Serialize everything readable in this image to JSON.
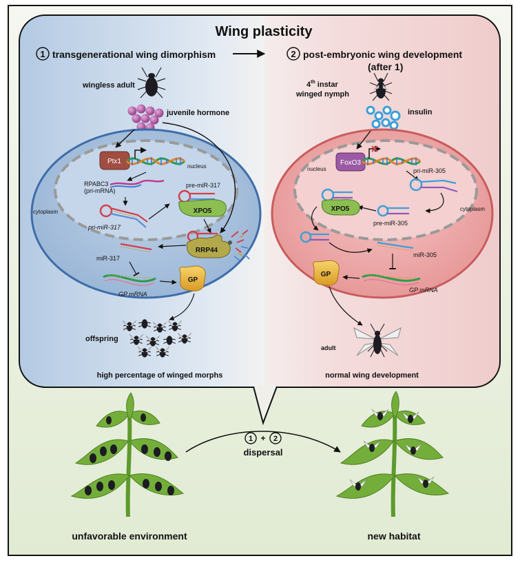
{
  "title": "Wing plasticity",
  "left": {
    "heading_num": "1",
    "heading": "transgenerational wing dimorphism",
    "wingless_adult": "wingless adult",
    "juvenile_hormone": "juvenile hormone",
    "ptx1": "Ptx1",
    "nucleus": "nucleus",
    "rpabc3_line1": "RPABC3",
    "rpabc3_line2": "(pri-mRNA)",
    "pre_mir": "pre-miR-317",
    "pri_mir": "pri-miR-317",
    "xpo5": "XPO5",
    "cytoplasm": "cytoplasm",
    "rrp44": "RRP44",
    "mir": "miR-317",
    "gp": "GP",
    "gp_mrna": "GP mRNA",
    "offspring": "offspring",
    "footer": "high percentage of winged morphs"
  },
  "right": {
    "heading_num": "2",
    "heading": "post-embryonic wing development",
    "heading_after_pre": "(after ",
    "heading_after_num": "1",
    "heading_after_post": ")",
    "instar_num": "4",
    "instar_sup": "th",
    "instar_word": " instar",
    "instar_line2": "winged nymph",
    "insulin": "insulin",
    "foxo3": "FoxO3",
    "nucleus": "nucleus",
    "pri_mir": "pri-miR-305",
    "xpo5": "XPO5",
    "cytoplasm": "cytoplasm",
    "pre_mir": "pre-miR-305",
    "mir": "miR-305",
    "gp": "GP",
    "gp_mrna": "GP mRNA",
    "adult": "adult",
    "footer": "normal wing development"
  },
  "bottom": {
    "label_num1": "1",
    "label_plus": "+",
    "label_num2": "2",
    "dispersal": "dispersal",
    "left_env": "unfavorable environment",
    "right_env": "new habitat"
  },
  "colors": {
    "left_panel": "#b9cde4",
    "right_panel": "#f3d6d6",
    "bottom_bg": "#e8efdc",
    "cell_left": "#a9c2de",
    "cell_right": "#eda7a7",
    "leaf": "#74ae3a",
    "aphid": "#1c1c22",
    "gp": "#e9b73e",
    "xpo5": "#8cbe52",
    "rrp44": "#b3a94a",
    "ptx1": "#a04d42",
    "foxo3": "#9b5aa3",
    "jh": "#b45fa6",
    "insulin": "#3b9fd8"
  }
}
